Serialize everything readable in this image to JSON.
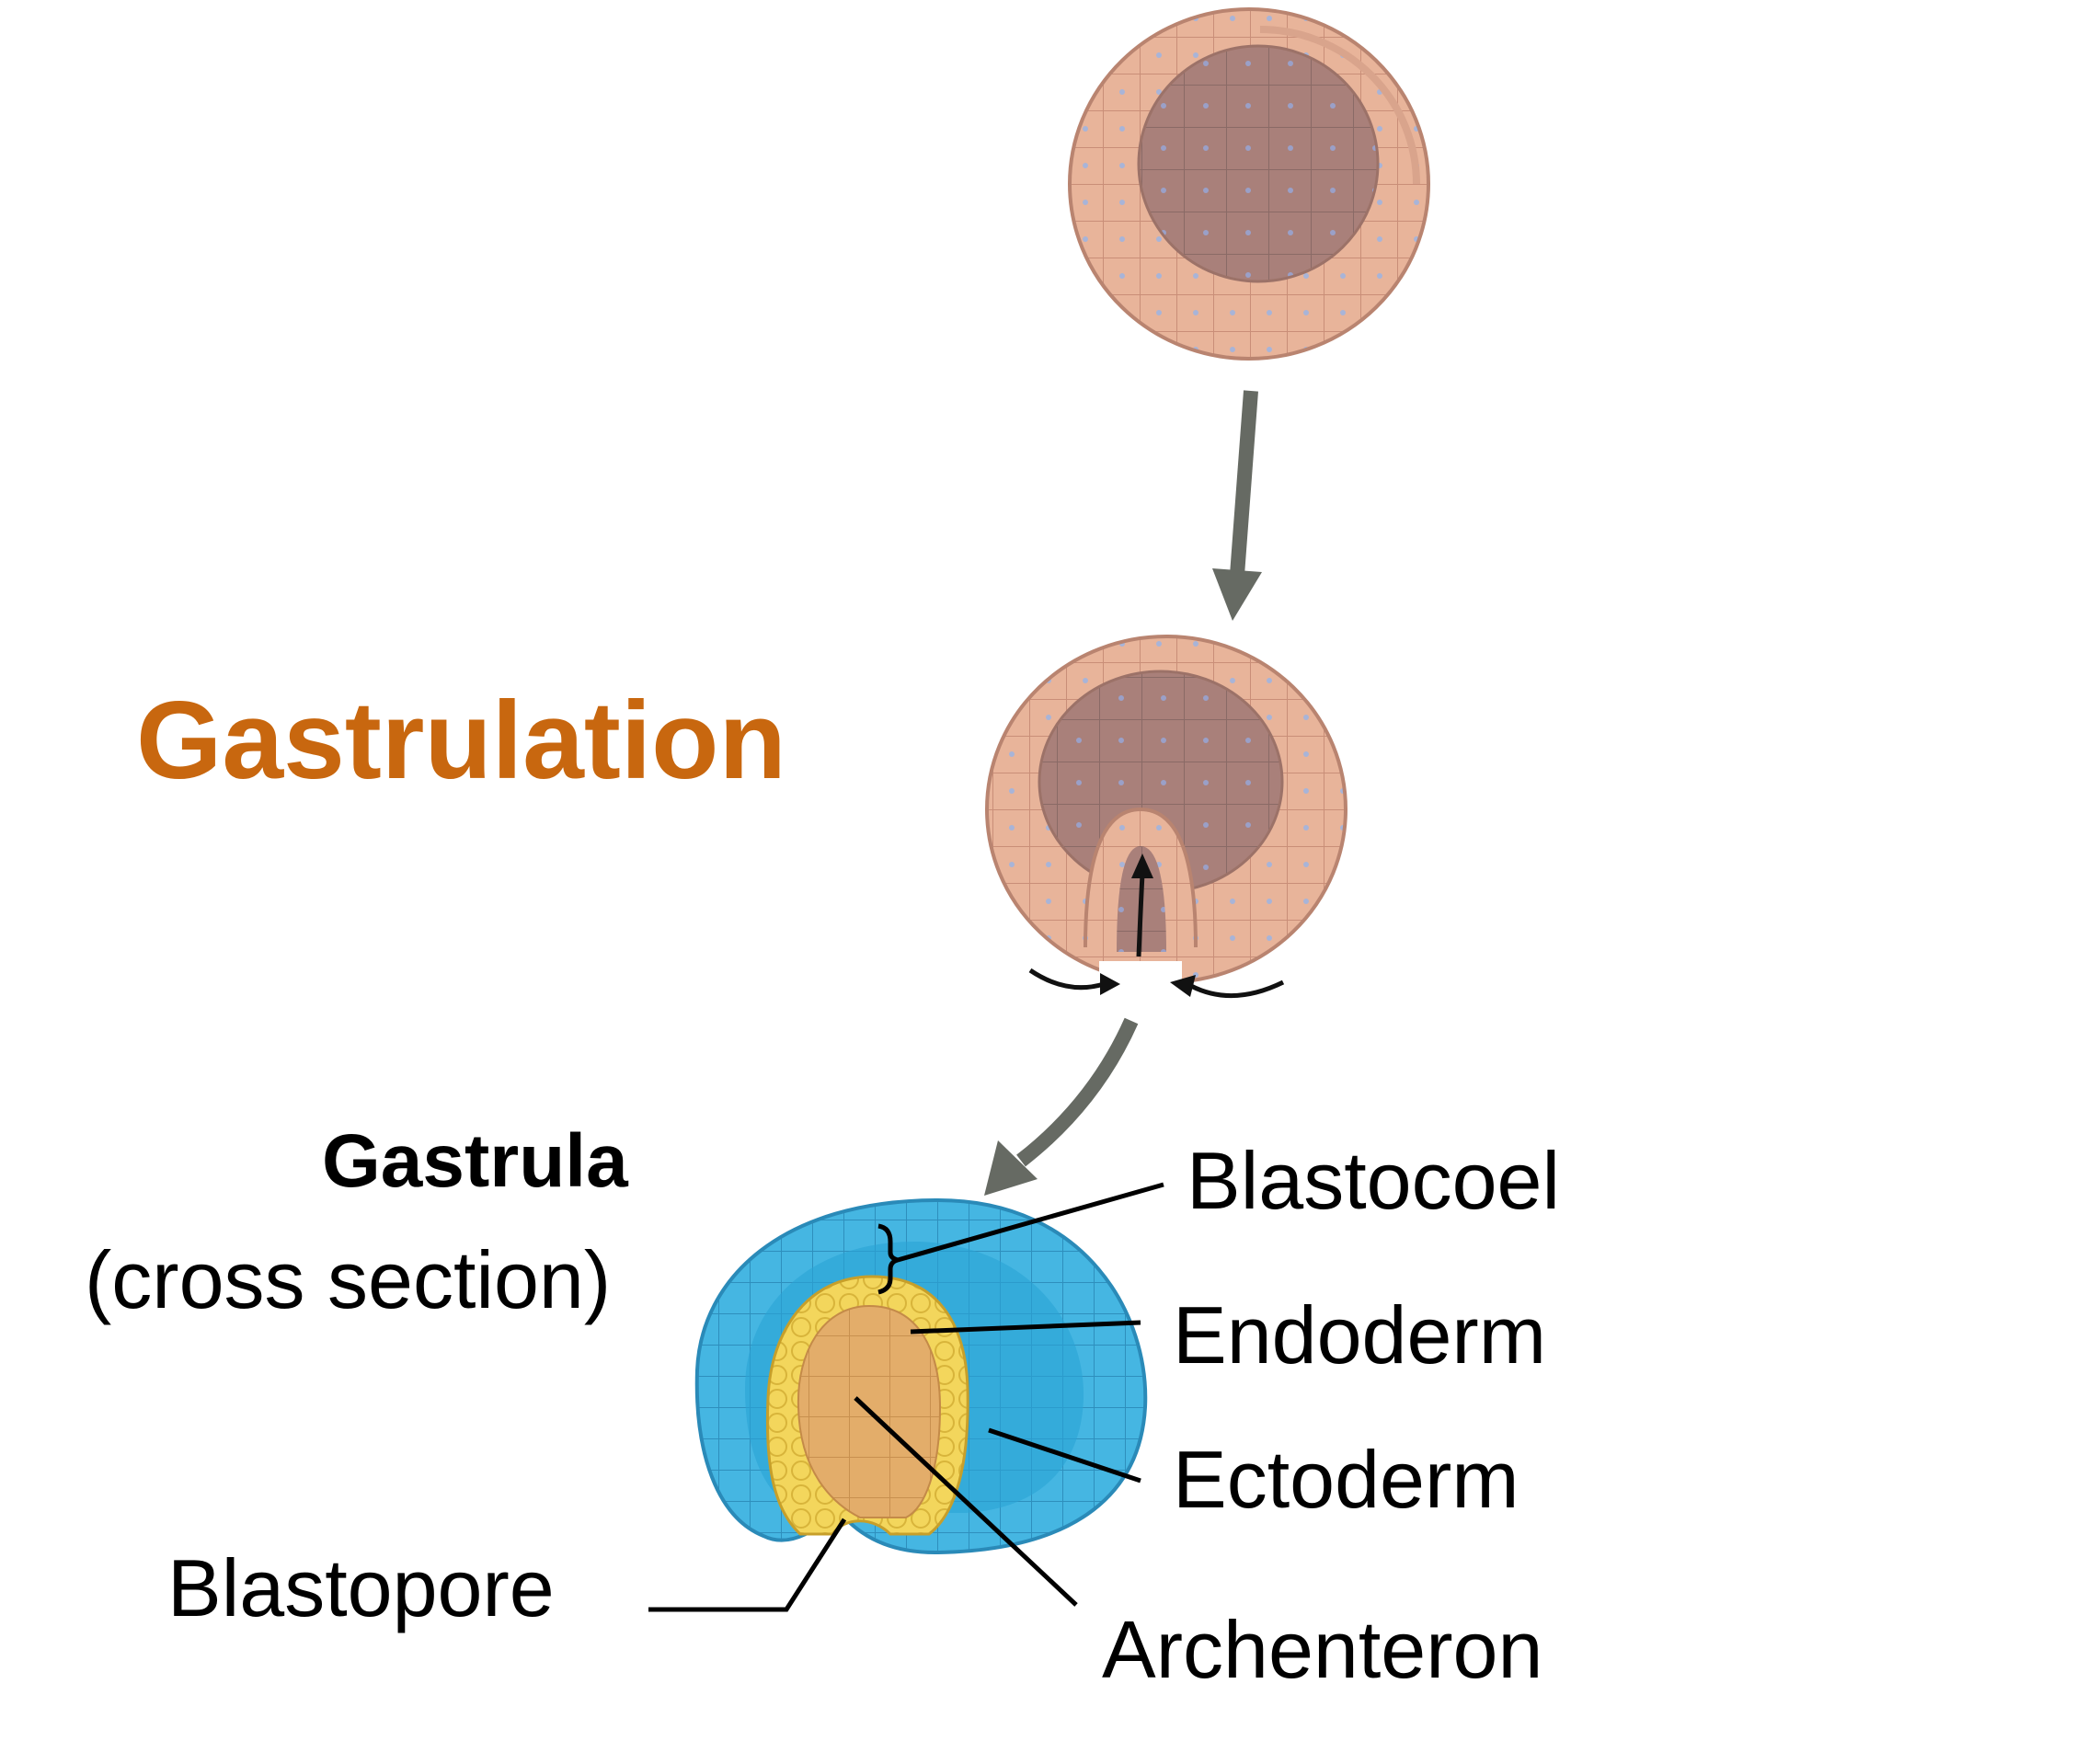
{
  "title": "Gastrulation",
  "gastrula_heading": "Gastrula",
  "gastrula_subheading": "(cross section)",
  "labels": {
    "blastocoel": "Blastocoel",
    "endoderm": "Endoderm",
    "ectoderm": "Ectoderm",
    "archenteron": "Archenteron",
    "blastopore": "Blastopore"
  },
  "colors": {
    "title": "#c8670f",
    "cell_fill": "#e8b49a",
    "cell_inner": "#a97d72",
    "ectoderm": "#3fb3e0",
    "endoderm": "#f2d35a",
    "archenteron": "#e3ad6a",
    "arrow": "#666a63"
  }
}
